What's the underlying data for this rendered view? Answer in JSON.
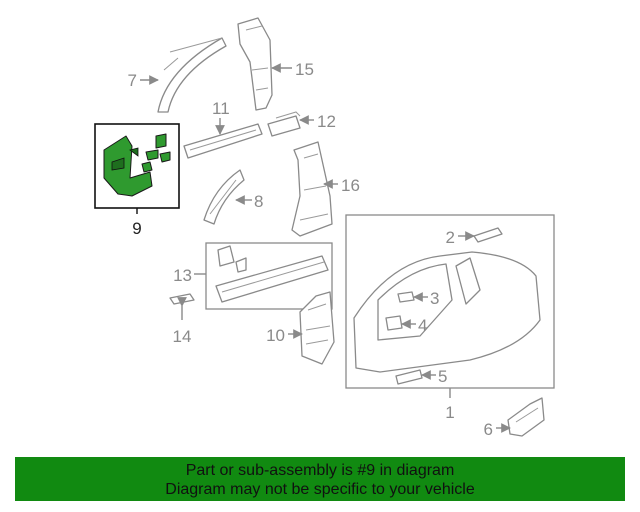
{
  "callouts": {
    "c1": "1",
    "c2": "2",
    "c3": "3",
    "c4": "4",
    "c5": "5",
    "c6": "6",
    "c7": "7",
    "c8": "8",
    "c9": "9",
    "c10": "10",
    "c11": "11",
    "c12": "12",
    "c13": "13",
    "c14": "14",
    "c15": "15",
    "c16": "16"
  },
  "highlighted_part": "9",
  "banner": {
    "line1": "Part or sub-assembly is #9 in diagram",
    "line2": "Diagram may not be specific to your vehicle"
  },
  "colors": {
    "highlight": "#2f9a2f",
    "banner_bg": "#118a11",
    "line_gray": "#8a8a8a"
  }
}
